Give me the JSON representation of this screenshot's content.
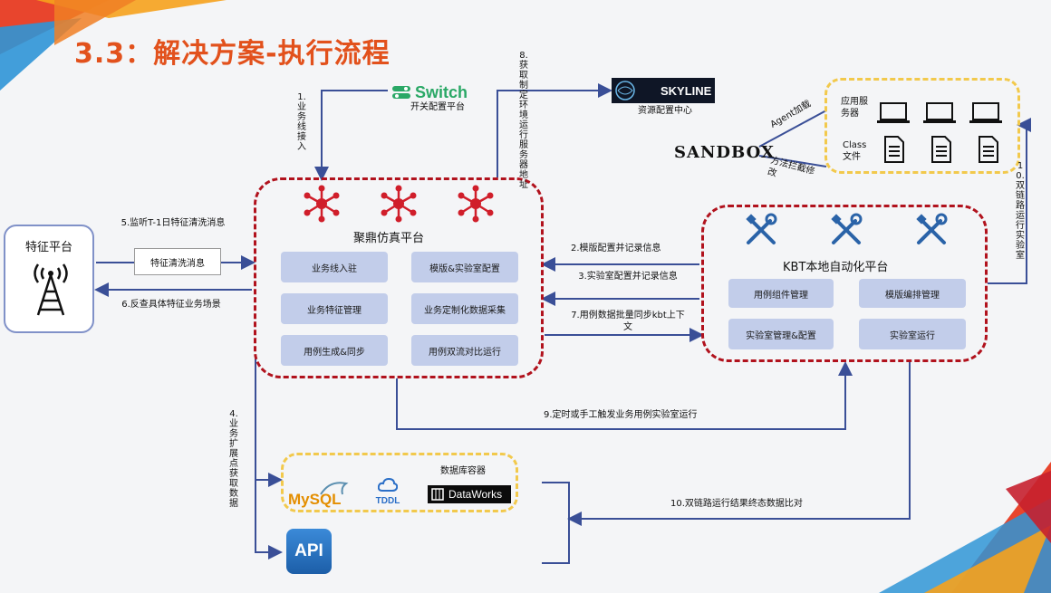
{
  "title": "3.3：解决方案-执行流程",
  "switch": {
    "name": "Switch",
    "caption": "开关配置平台"
  },
  "skyline": {
    "name": "SKYLINE",
    "caption": "资源配置中心"
  },
  "sandbox": {
    "name": "SANDBOX",
    "agent_label": "Agent加载",
    "method_label": "方法拦截修改"
  },
  "sandbox_box": {
    "server_label": "应用服务器",
    "class_label": "Class文件"
  },
  "feature_platform": {
    "title": "特征平台"
  },
  "jd_platform": {
    "title": "聚鼎仿真平台",
    "cells": [
      "业务线入驻",
      "模版&实验室配置",
      "业务特征管理",
      "业务定制化数据采集",
      "用例生成&同步",
      "用例双流对比运行"
    ]
  },
  "kbt_platform": {
    "title": "KBT本地自动化平台",
    "cells": [
      "用例组件管理",
      "模版编排管理",
      "实验室管理&配置",
      "实验室运行"
    ]
  },
  "feature_msg_box": "特征清洗消息",
  "db_container": {
    "label": "数据库容器",
    "mysql": "MySQL",
    "tddl": "TDDL",
    "dataworks": "DataWorks"
  },
  "api": "API",
  "steps": {
    "s1": "1.业务线接入",
    "s2": "2.模版配置并记录信息",
    "s3": "3.实验室配置并记录信息",
    "s4": "4.业务扩展点获取数据",
    "s5": "5.监听T-1日特征清洗消息",
    "s6": "6.反查具体特征业务场景",
    "s7": "7.用例数据批量同步kbt上下文",
    "s8": "8.获取制定环境运行服务器地址",
    "s9": "9.定时或手工触发业务用例实验室运行",
    "s10_side": "10.双链路运行实验室",
    "s10": "10.双链路运行结果终态数据比对"
  },
  "colors": {
    "title": "#e2511c",
    "dash_red": "#b1121d",
    "dash_yellow": "#f2c94c",
    "arrow": "#3a4f97",
    "cell": "#c2cdea"
  }
}
